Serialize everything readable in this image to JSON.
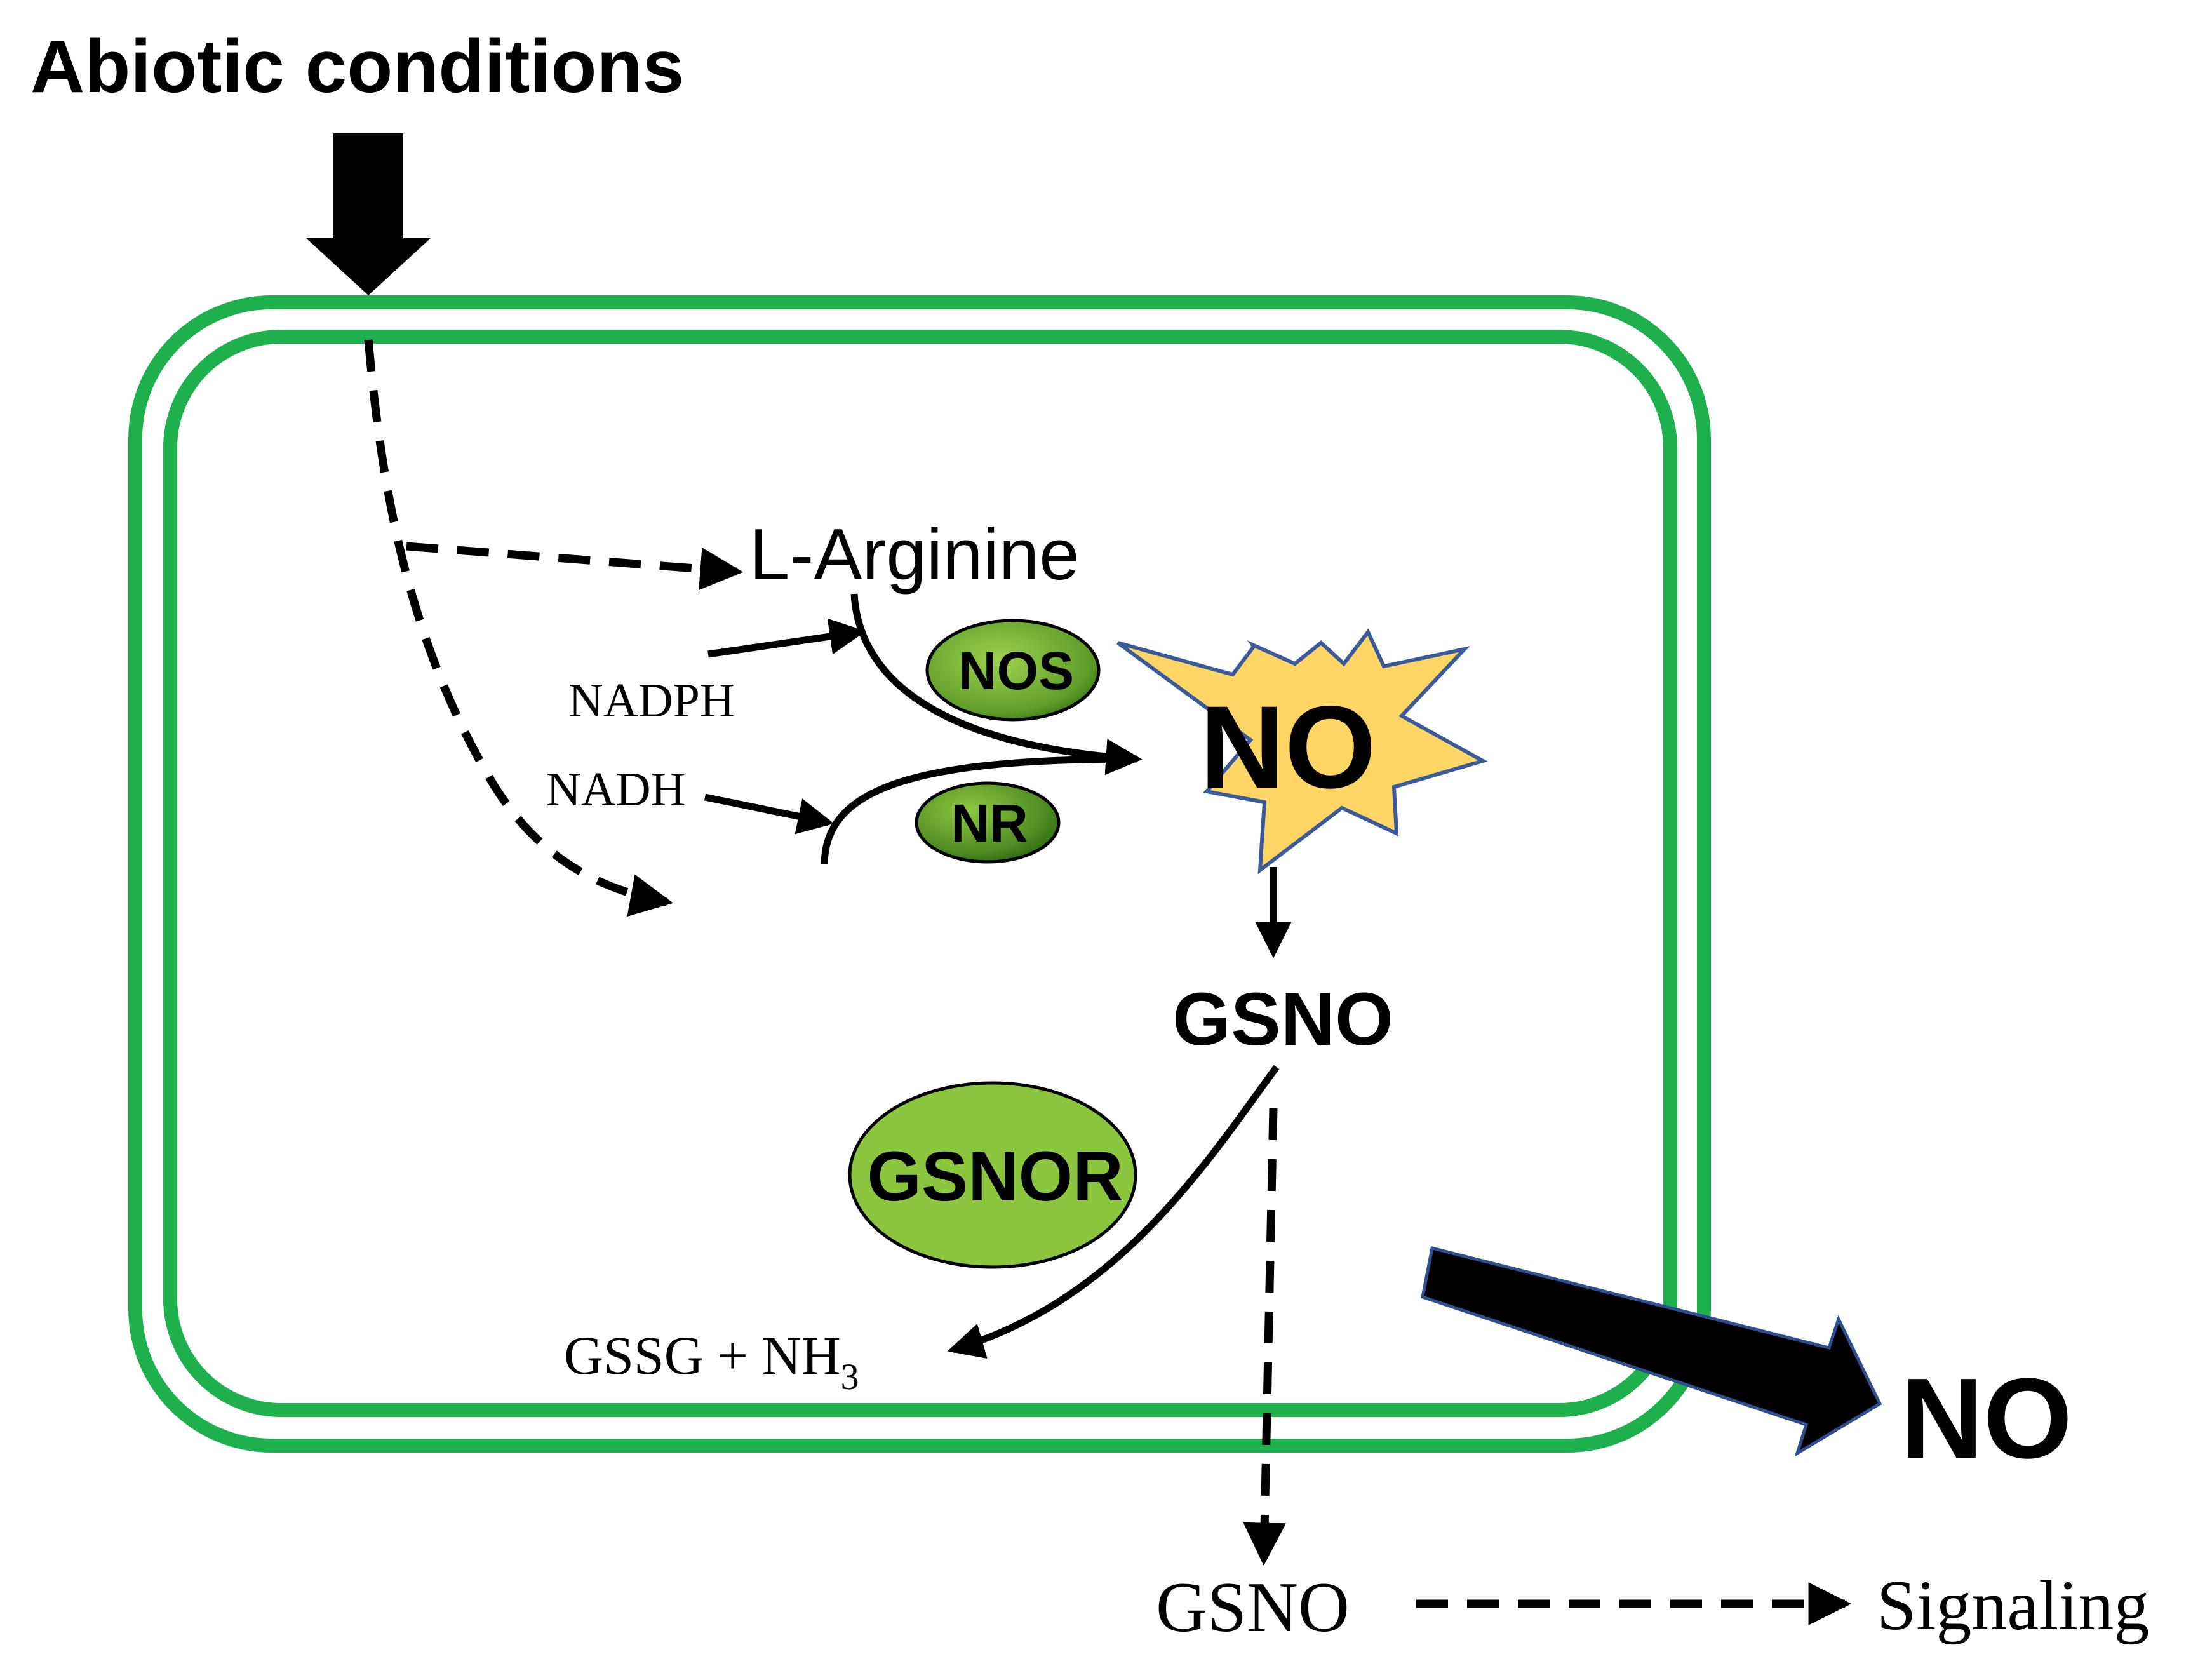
{
  "heading": "Abiotic conditions",
  "substrate": "L-Arginine",
  "cofactors": {
    "nadph": "NADPH",
    "nadh": "NADH"
  },
  "enzymes": {
    "nos": "NOS",
    "nr": "NR",
    "gsnor": "GSNOR"
  },
  "central_product": "NO",
  "intermediate": "GSNO",
  "breakdown_products": {
    "base": "GSSG + NH",
    "subscript": "3"
  },
  "outside": {
    "no_label": "NO",
    "gsno_label": "GSNO",
    "signaling_label": "Signaling"
  },
  "colors": {
    "cell_wall": "#1db04d",
    "enzyme_fill": "#8cc63f",
    "enzyme_fill_dark": "#2e6b12",
    "no_burst_fill": "#ffd666",
    "no_burst_stroke": "#3a5a9a",
    "export_arrow_stroke": "#2f4e8f",
    "ink": "#000000"
  }
}
